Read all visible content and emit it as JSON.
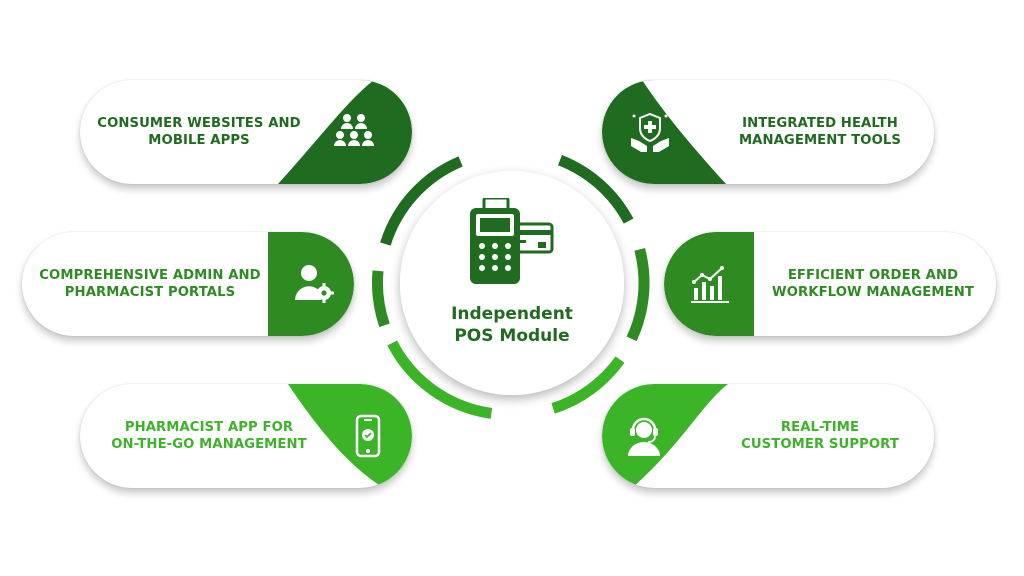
{
  "colors": {
    "dark_green": "#1f6b1f",
    "mid_green": "#2e8b22",
    "bright_green": "#3cb428",
    "text_green": "#2a7f1d"
  },
  "hub": {
    "title": "Independent\nPOS Module",
    "icon": "pos-terminal-icon"
  },
  "features": [
    {
      "text": "Consumer websites and\nmobile apps",
      "icon": "people-group-icon",
      "color": "#1f6b1f"
    },
    {
      "text": "Comprehensive admin and\npharmacist portals",
      "icon": "user-gear-icon",
      "color": "#2e8b22"
    },
    {
      "text": "Pharmacist app for\non-the-go management",
      "icon": "smartphone-check-icon",
      "color": "#3cb428"
    },
    {
      "text": "Integrated health\nmanagement tools",
      "icon": "health-shield-hands-icon",
      "color": "#1f6b1f"
    },
    {
      "text": "Efficient order and\nworkflow management",
      "icon": "growth-chart-icon",
      "color": "#2e8b22"
    },
    {
      "text": "Real-time\ncustomer support",
      "icon": "headset-agent-icon",
      "color": "#3cb428"
    }
  ]
}
